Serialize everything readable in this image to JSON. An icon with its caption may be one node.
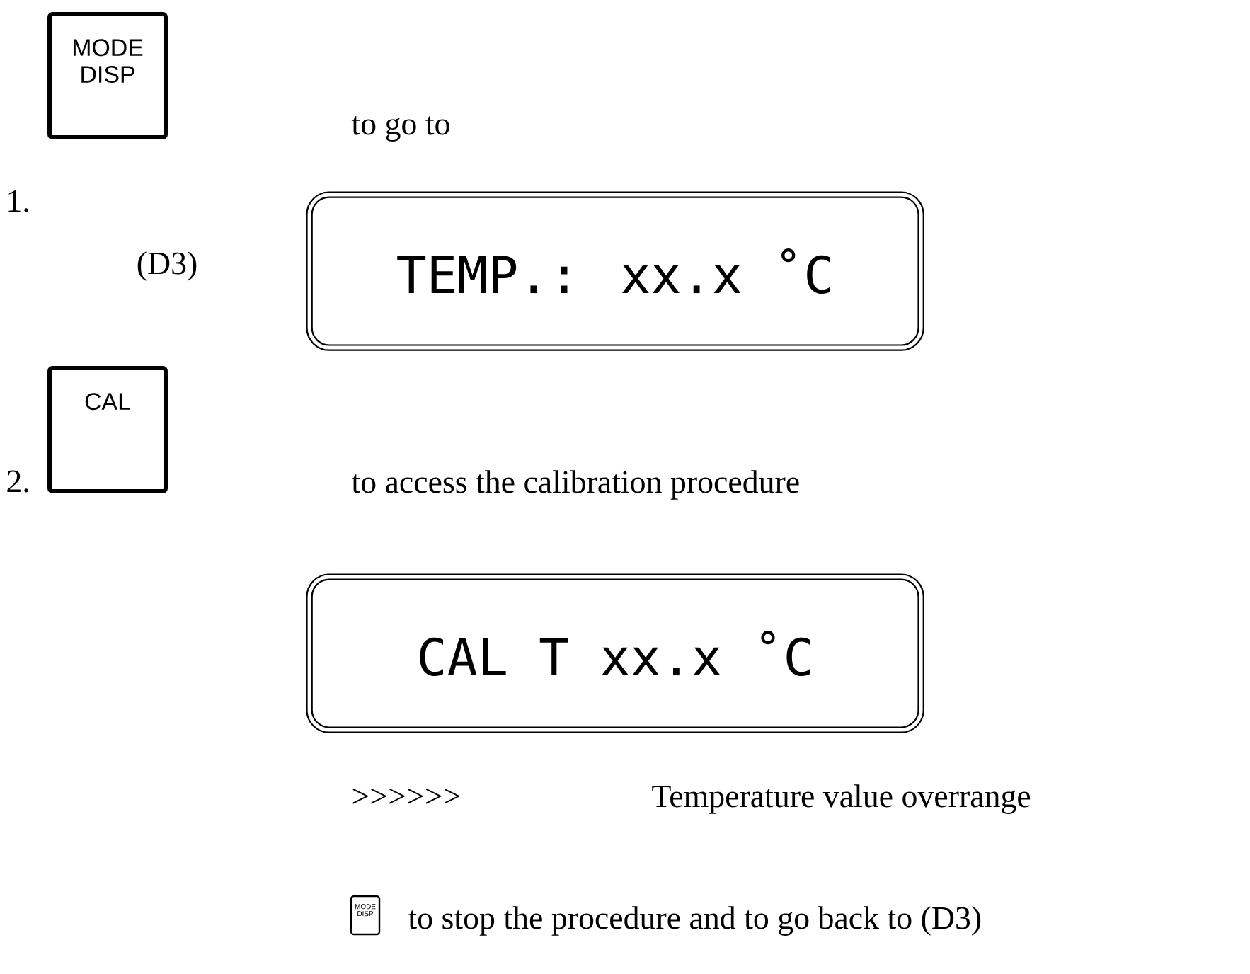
{
  "diagram": {
    "nodes": [
      {
        "text": [
          "MODE DISP"
        ]
      },
      {
        "text": [
          "TEMP.: xx.x ˚C"
        ],
        "beside": [
          "(D3)"
        ]
      },
      {
        "text": [
          "CAL"
        ]
      },
      {
        "text": [
          "CAL T xx.x ˚C"
        ]
      },
      {
        "text": [
          "MODE DISP"
        ]
      }
    ],
    "labels": [
      "1.",
      "to go to",
      "2.",
      "to access the calibration procedure",
      ">>>>>>",
      "Temperature value overrange",
      "to stop the procedure and to go back to (D3)"
    ]
  }
}
